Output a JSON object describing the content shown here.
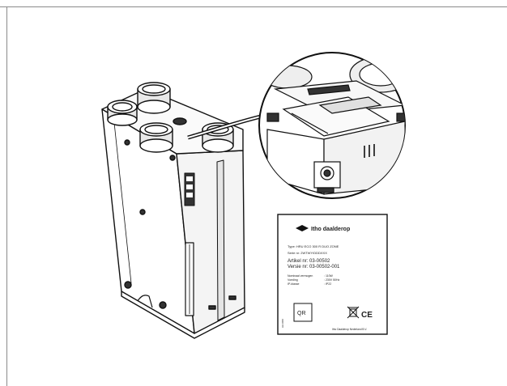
{
  "type_plate": {
    "brand": "Itho daalderop",
    "type_line": "Type: HRU ECO 300 R DUO ZONE",
    "serie_line": "Serie nr: 2WTWY/DDDXXX",
    "artikel_line": "Artikel nr: 03-00502",
    "versie_line": "Versie nr: 03-00502-001",
    "spec_labels": [
      "Nominaal vermogen",
      "Voeding",
      "IP-klasse"
    ],
    "spec_values": [
      ": 110W",
      ": 230V 50Hz",
      ": IP22"
    ],
    "side_code": "HH1060",
    "qr_label": "QR",
    "ce_mark": "CE",
    "footer": "Itho Daalderop Nederland B.V."
  }
}
